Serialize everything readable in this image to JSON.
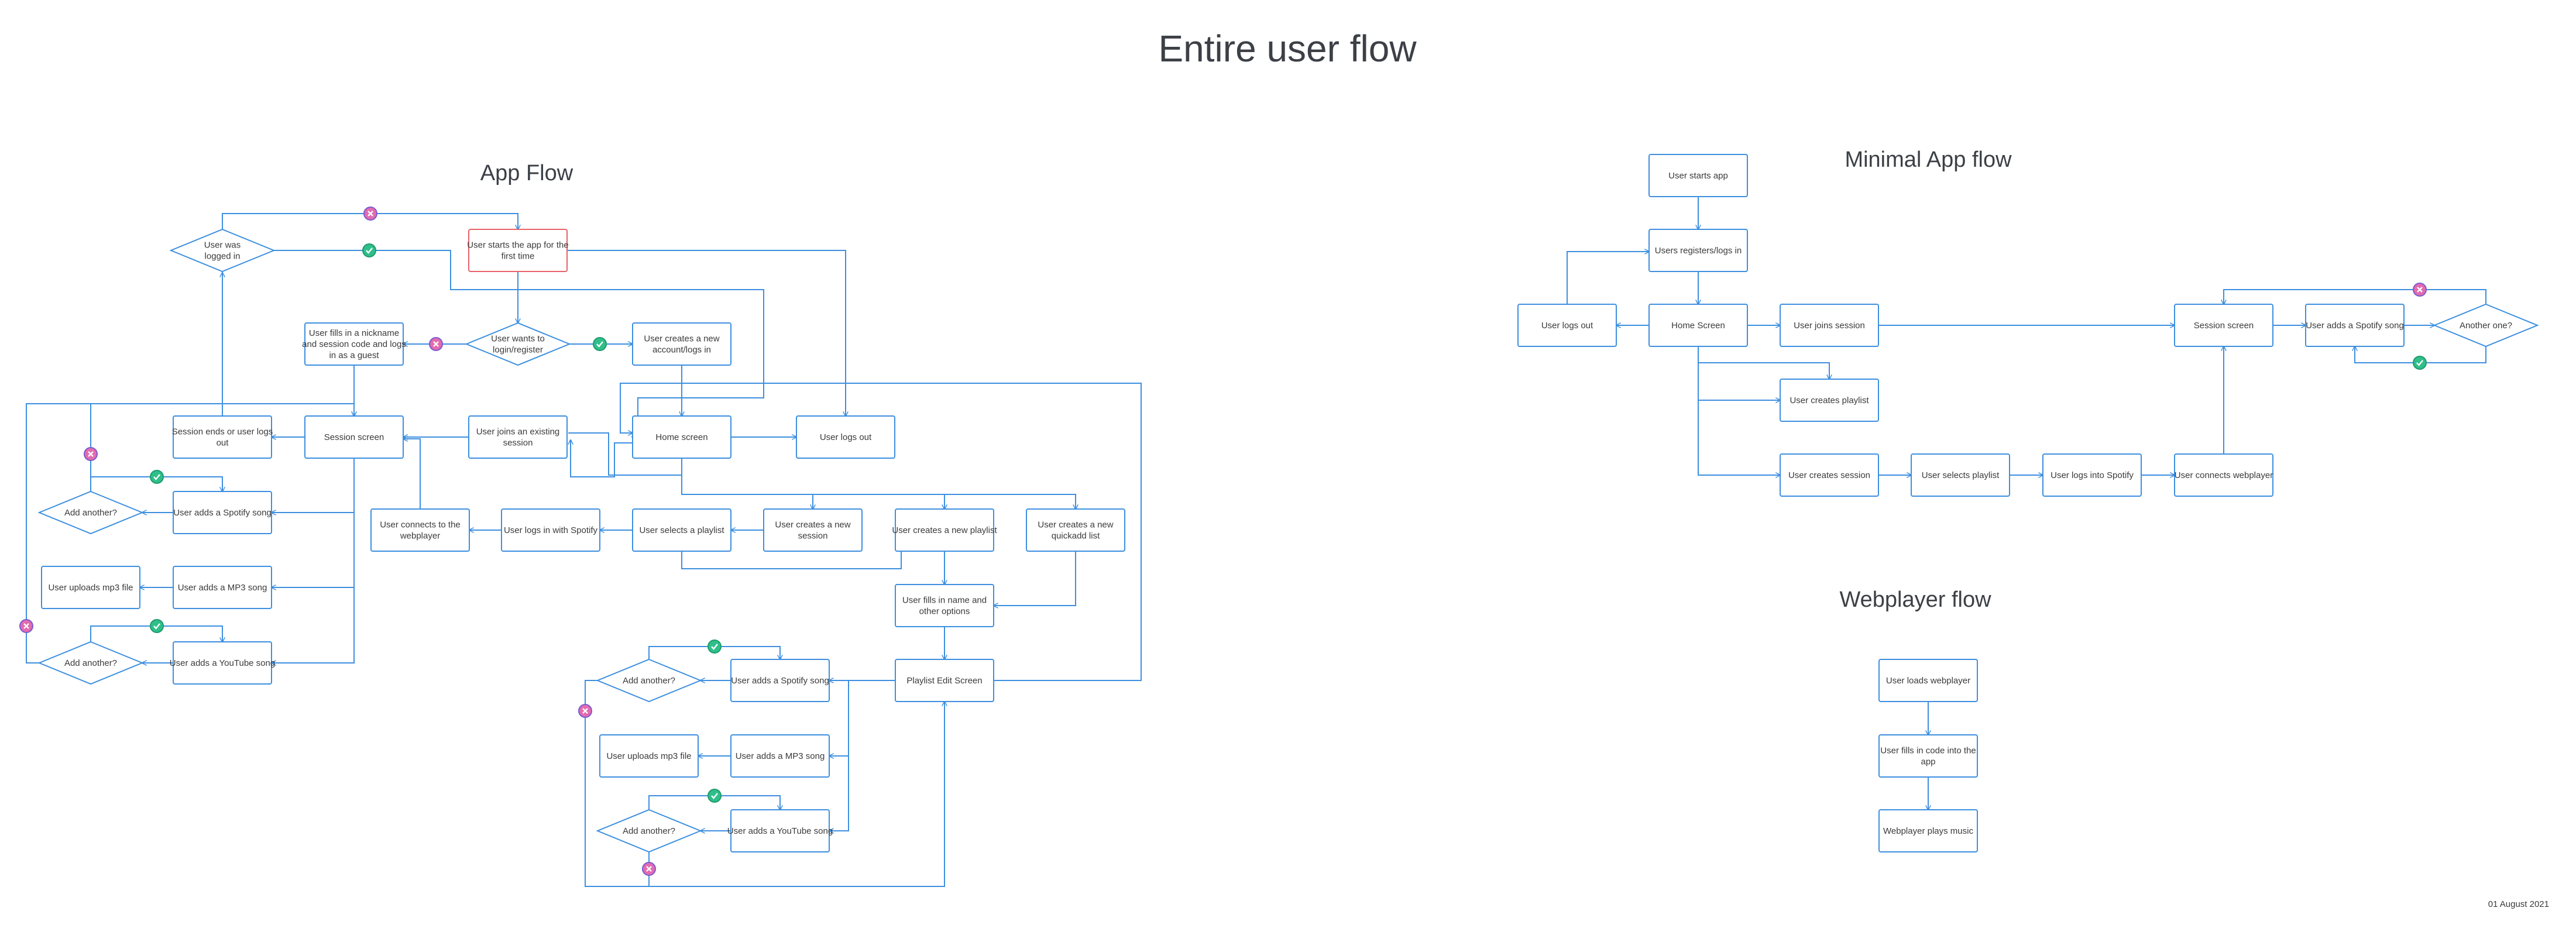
{
  "title": "Entire user flow",
  "date": "01 August 2021",
  "colors": {
    "stroke": "#3d8fe0",
    "start_stroke": "#e8616a",
    "yes": "#2fbf8a",
    "no": "#e36bb0",
    "text": "#3a3a3a",
    "title": "#3c4046"
  },
  "sections": {
    "app_flow": "App Flow",
    "minimal_flow": "Minimal App flow",
    "webplayer_flow": "Webplayer flow"
  },
  "nodes": {
    "a_logged": [
      "User was",
      "logged in"
    ],
    "a_start": [
      "User starts the app for the",
      "first time"
    ],
    "a_nick": [
      "User fills in a nickname",
      "and session code and logs",
      "in as a guest"
    ],
    "a_wants": [
      "User wants to",
      "login/register"
    ],
    "a_create_acc": [
      "User creates a new",
      "account/logs in"
    ],
    "a_ends": [
      "Session ends or user logs",
      "out"
    ],
    "a_session": [
      "Session screen"
    ],
    "a_joins": [
      "User joins an existing",
      "session"
    ],
    "a_home": [
      "Home screen"
    ],
    "a_logout": [
      "User logs out"
    ],
    "a_add1": [
      "Add another?"
    ],
    "a_spotify1": [
      "User adds a Spotify song"
    ],
    "a_connects": [
      "User connects to the",
      "webplayer"
    ],
    "a_login_spotify": [
      "User logs in with Spotify"
    ],
    "a_sel_playlist": [
      "User selects a playlist"
    ],
    "a_new_session": [
      "User creates a new",
      "session"
    ],
    "a_new_playlist": [
      "User creates a new playlist"
    ],
    "a_quickadd": [
      "User creates a new",
      "quickadd list"
    ],
    "a_upload1": [
      "User uploads mp3 file"
    ],
    "a_mp3_1": [
      "User adds a MP3 song"
    ],
    "a_fills": [
      "User fills in name and",
      "other options"
    ],
    "a_add2": [
      "Add another?"
    ],
    "a_youtube1": [
      "User adds a YouTube song"
    ],
    "a_add3": [
      "Add another?"
    ],
    "a_spotify2": [
      "User adds a Spotify song"
    ],
    "a_pes": [
      "Playlist Edit Screen"
    ],
    "a_upload2": [
      "User uploads mp3 file"
    ],
    "a_mp3_2": [
      "User adds a MP3 song"
    ],
    "a_add4": [
      "Add another?"
    ],
    "a_youtube2": [
      "User adds a YouTube song"
    ],
    "m_start": [
      "User starts app"
    ],
    "m_reg": [
      "Users registers/logs in"
    ],
    "m_logout": [
      "User logs out"
    ],
    "m_home": [
      "Home Screen"
    ],
    "m_join": [
      "User joins session"
    ],
    "m_session": [
      "Session screen"
    ],
    "m_spotify": [
      "User adds a Spotify song"
    ],
    "m_another": [
      "Another one?"
    ],
    "m_playlist": [
      "User creates playlist"
    ],
    "m_csession": [
      "User creates session"
    ],
    "m_select": [
      "User selects playlist"
    ],
    "m_login": [
      "User logs into Spotify"
    ],
    "m_connect": [
      "User connects webplayer"
    ],
    "w_load": [
      "User loads webplayer"
    ],
    "w_code": [
      "User fills in code into the",
      "app"
    ],
    "w_play": [
      "Webplayer plays music"
    ]
  }
}
